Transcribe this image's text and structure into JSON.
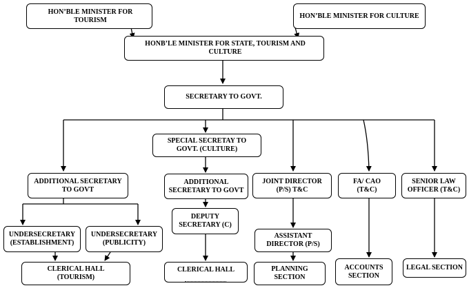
{
  "nodes": {
    "minister_tourism": "HON’BLE MINISTER FOR TOURISM",
    "minister_culture": "HON’BLE MINISTER FOR CULTURE",
    "minister_state": "HONB’LE MINISTER FOR STATE, TOURISM AND CULTURE",
    "secretary": "SECRETARY TO GOVT.",
    "special_secretary": "SPECIAL SECRETAY TO\nGOVT. (CULTURE)",
    "additional_secretary_left": "ADDITIONAL SECRETARY\nTO GOVT",
    "additional_secretary_mid": "ADDITIONAL\nSECRETARY TO GOVT",
    "joint_director": "JOINT DIRECTOR\n(P/S) T&C",
    "fa_cao": "FA/ CAO\n(T&C)",
    "senior_law_officer": "SENIOR LAW\nOFFICER (T&C)",
    "deputy_secretary": "DEPUTY\nSECRETARY (C)",
    "undersecretary_establishment": "UNDERSECRETARY\n(ESTABLISHMENT)",
    "undersecretary_publicity": "UNDERSECRETARY\n(PUBLICITY)",
    "assistant_director": "ASSISTANT\nDIRECTOR (P/S)",
    "clerical_hall_tourism": "CLERICAL HALL\n(TOURISM)",
    "clerical_hall": "CLERICAL HALL",
    "planning_section": "PLANNING\nSECTION",
    "accounts_section": "ACCOUNTS\nSECTION",
    "legal_section": "LEGAL SECTION"
  }
}
